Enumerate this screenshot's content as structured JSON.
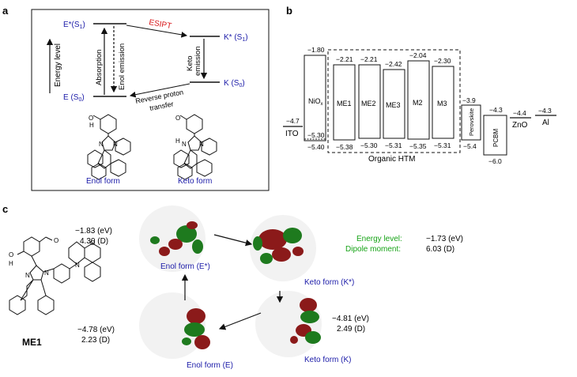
{
  "panel_a": {
    "label": "a",
    "states": {
      "enol_excited": "E*(S",
      "enol_excited_sub": "1",
      "enol_ground": "E (S",
      "enol_ground_sub": "0",
      "keto_excited": "K* (S",
      "keto_excited_sub": "1",
      "keto_ground": "K (S",
      "keto_ground_sub": "0",
      "close": ")"
    },
    "arrows": {
      "esipt": "ESIPT",
      "absorption": "Absorption",
      "enol_emission": "Enol emission",
      "keto_emission_1": "Keto",
      "keto_emission_2": "emission",
      "reverse_1": "Reverse proton",
      "reverse_2": "transfer",
      "energy_level": "Energy level"
    },
    "forms": {
      "enol": "Enol form",
      "keto": "Keto form"
    },
    "atoms": {
      "o": "O",
      "h": "H",
      "n": "N"
    }
  },
  "panel_b": {
    "label": "b",
    "group_label": "Organic HTM",
    "materials": [
      {
        "name": "ITO",
        "lumo": null,
        "homo": "−4.7"
      },
      {
        "name": "NiO",
        "sub": "x",
        "lumo": "−1.80",
        "homo": "−5.40",
        "extra": "−5.30"
      },
      {
        "name": "ME1",
        "lumo": "−2.21",
        "homo": "−5.38"
      },
      {
        "name": "ME2",
        "lumo": "−2.21",
        "homo": "−5.30"
      },
      {
        "name": "ME3",
        "lumo": "−2.42",
        "homo": "−5.31"
      },
      {
        "name": "M2",
        "lumo": "−2.04",
        "homo": "−5.35"
      },
      {
        "name": "M3",
        "lumo": "−2.30",
        "homo": "−5.31"
      },
      {
        "name": "Perovskite",
        "lumo": "−3.9",
        "homo": "−5.4"
      },
      {
        "name": "PCBM",
        "lumo": "−4.3",
        "homo": "−6.0"
      },
      {
        "name": "ZnO",
        "lumo": "−4.4",
        "homo": null
      },
      {
        "name": "Al",
        "lumo": "−4.3",
        "homo": null
      }
    ]
  },
  "panel_c": {
    "label": "c",
    "molecule_name": "ME1",
    "atoms": {
      "o": "O",
      "h": "H",
      "n": "N"
    },
    "states": [
      {
        "name": "Enol form (E*)",
        "energy": "−1.83 (eV)",
        "dipole": "4.30 (D)"
      },
      {
        "name": "Keto form (K*)",
        "energy_label": "Energy level:",
        "energy": "−1.73 (eV)",
        "dipole_label": "Dipole moment:",
        "dipole": "6.03 (D)"
      },
      {
        "name": "Enol form (E)",
        "energy": "−4.78 (eV)",
        "dipole": "2.23 (D)"
      },
      {
        "name": "Keto form (K)",
        "energy": "−4.81 (eV)",
        "dipole": "2.49 (D)"
      }
    ]
  },
  "colors": {
    "blue_text": "#1a1aa8",
    "red_text": "#d8171a",
    "green_text": "#16a316",
    "orbital_red": "#8b1a1a",
    "orbital_green": "#1e7a1e"
  }
}
